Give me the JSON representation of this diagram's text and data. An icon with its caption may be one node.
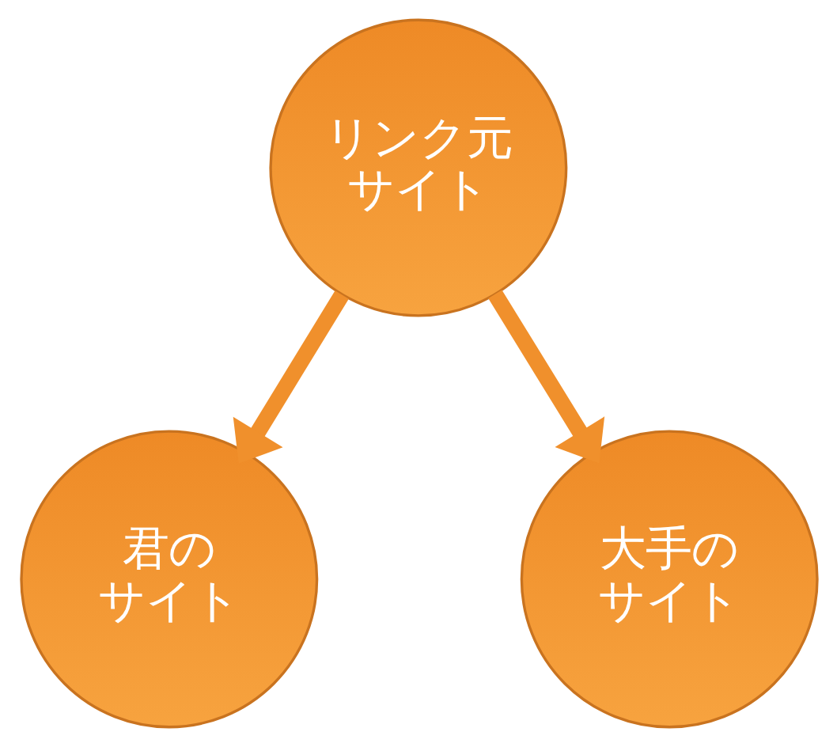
{
  "diagram": {
    "nodes": [
      {
        "text": [
          "リンク元サイト"
        ]
      },
      {
        "text": [
          "君のサイト"
        ]
      },
      {
        "text": [
          "大手のサイト"
        ]
      }
    ],
    "edges": [
      {
        "from": 0,
        "to": 1,
        "arrow": "to"
      },
      {
        "from": 0,
        "to": 2,
        "arrow": "to"
      }
    ]
  }
}
